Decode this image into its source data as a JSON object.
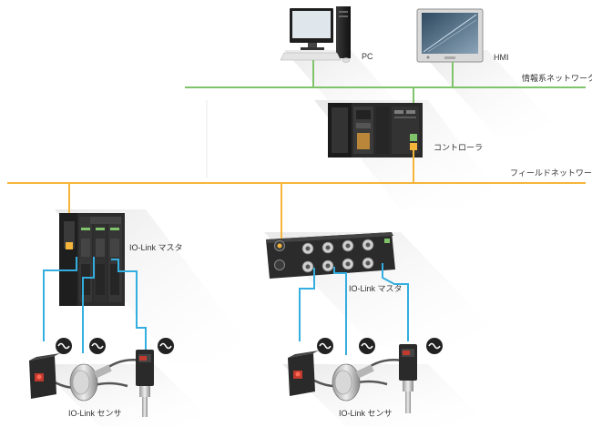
{
  "labels": {
    "pc": "PC",
    "hmi": "HMI",
    "info_network": "情報系ネットワーク",
    "controller": "コントローラ",
    "field_network": "フィールドネットワーク",
    "iolink_master_left": "IO-Link マスタ",
    "iolink_master_right": "IO-Link マスタ",
    "iolink_sensor_left": "IO-Link センサ",
    "iolink_sensor_right": "IO-Link センサ"
  },
  "colors": {
    "info_network_line": "#7fc36a",
    "field_network_line": "#f5b53a",
    "iolink_cable": "#34aee0",
    "device_dark": "#2b2b2b",
    "shadow": "#eeeeee"
  },
  "icons": {
    "iolink_symbol": "io-link-communication-icon"
  }
}
